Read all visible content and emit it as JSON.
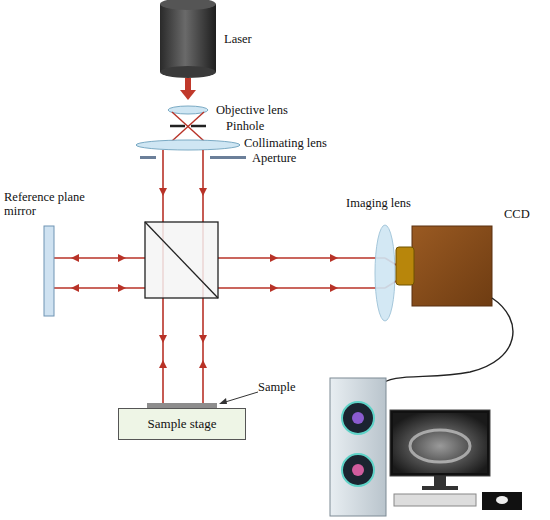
{
  "diagram": {
    "nodes": [
      {
        "text": [
          "Sample stage"
        ]
      }
    ],
    "labels": [
      "Laser",
      "Objective lens",
      "Pinhole",
      "Collimating lens",
      "Aperture",
      "Reference plane mirror",
      "Imaging lens",
      "CCD",
      "Sample"
    ]
  }
}
